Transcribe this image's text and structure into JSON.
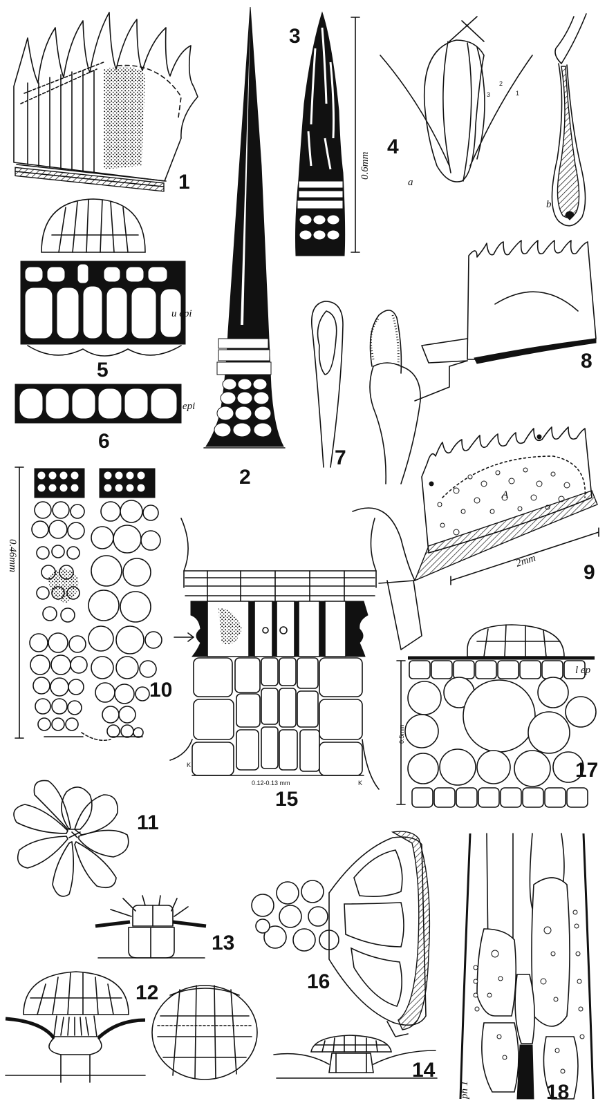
{
  "figure_numbers": [
    "1",
    "2",
    "3",
    "4",
    "5",
    "6",
    "7",
    "8",
    "9",
    "10",
    "11",
    "12",
    "13",
    "14",
    "15",
    "16",
    "17",
    "18"
  ],
  "annotations": {
    "scale_fig3": "0.6mm",
    "fig4_a": "a",
    "fig4_b": "b",
    "fig4_curve1": "1",
    "fig4_curve2": "2",
    "fig4_curve3": "3",
    "fig5_upper_epi": "u epi",
    "fig6_lower_epi": "l epi",
    "fig9_A": "A",
    "scale_fig9": "2mm",
    "scale_fig10": "0.46mm",
    "fig15_left_k": "K",
    "fig15_right_k": "K",
    "scale_fig15": "0.12-0.13 mm",
    "fig17_epi": "l ep",
    "scale_fig17": "0.5mm",
    "fig18_label": "ph 1"
  },
  "colors": {
    "ink": "#111111",
    "paper": "#ffffff"
  }
}
